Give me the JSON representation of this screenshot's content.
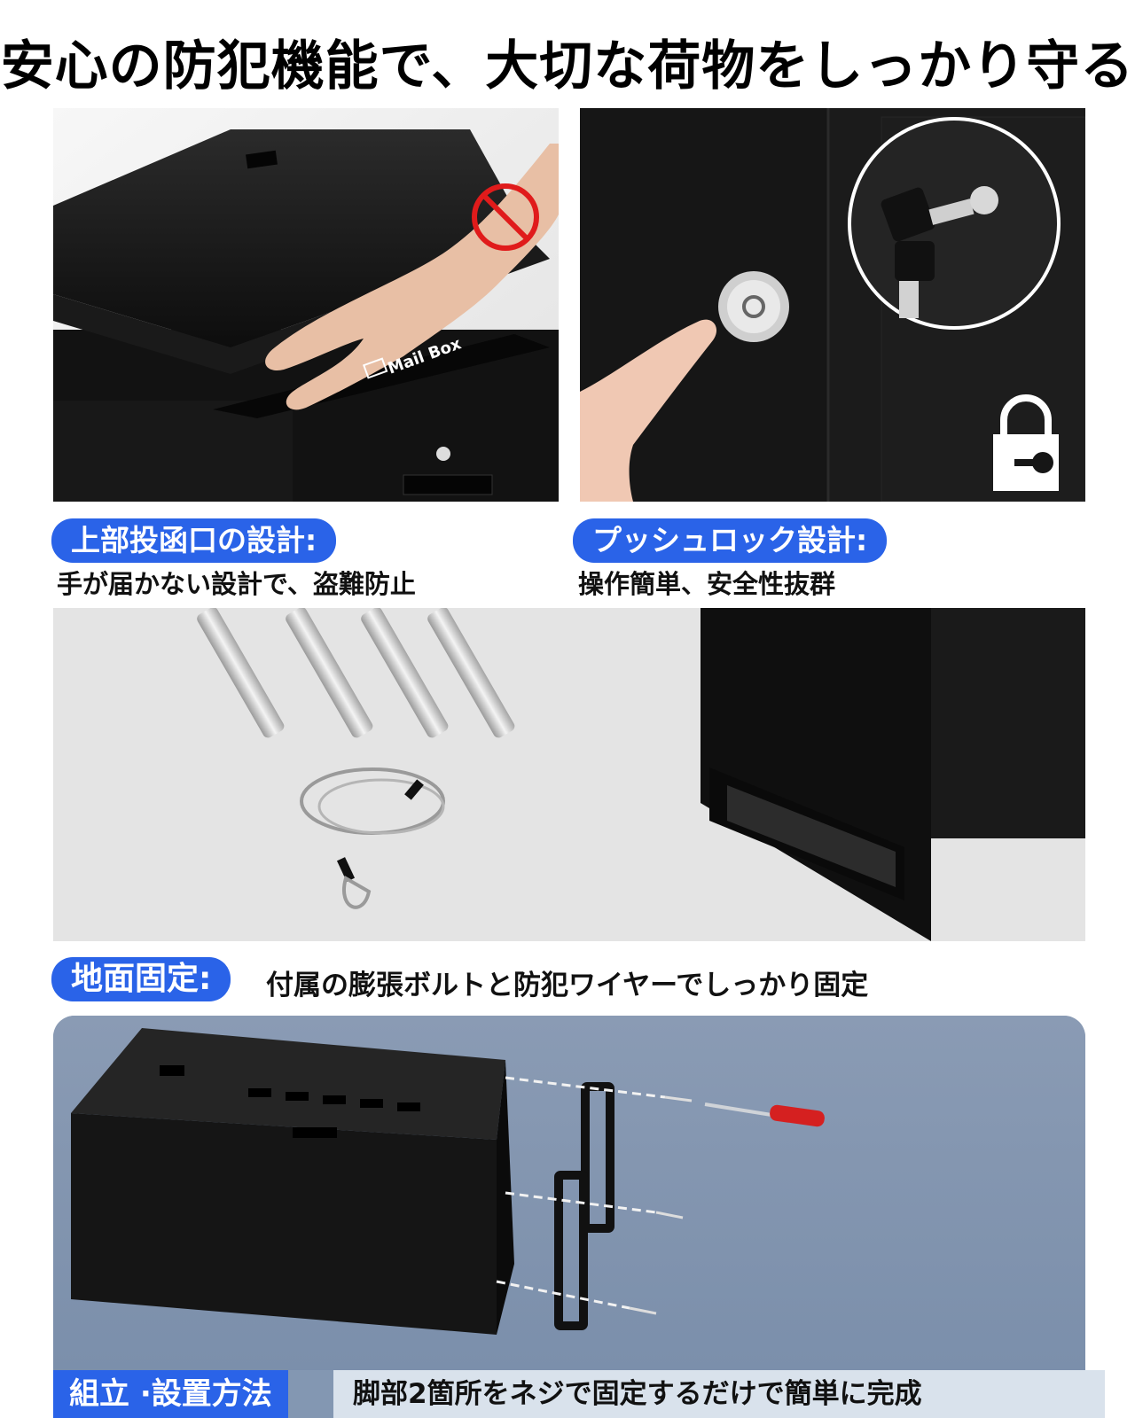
{
  "headline": "安心の防犯機能で、大切な荷物をしっかり守る",
  "panels": {
    "top_left": {
      "badge": "上部投函口の設計:",
      "caption": "手が届かない設計で、盗難防止",
      "box_label": "Mail Box"
    },
    "top_right": {
      "badge": "プッシュロック設計:",
      "caption": "操作簡単、安全性抜群"
    },
    "middle": {
      "badge": "地面固定:",
      "caption": "付属の膨張ボルトと防犯ワイヤーでしっかり固定"
    },
    "bottom": {
      "badge": "組立 ·設置方法",
      "caption": "脚部2箇所をネジで固定するだけで簡単に完成"
    }
  },
  "colors": {
    "accent": "#2a63e8",
    "band_bg": "#d9e2ec",
    "assembly_bg": "#8397b2",
    "prohibit": "#e01b1b"
  },
  "icons": [
    "prohibit-icon",
    "padlock-key-icon",
    "envelope-icon"
  ]
}
